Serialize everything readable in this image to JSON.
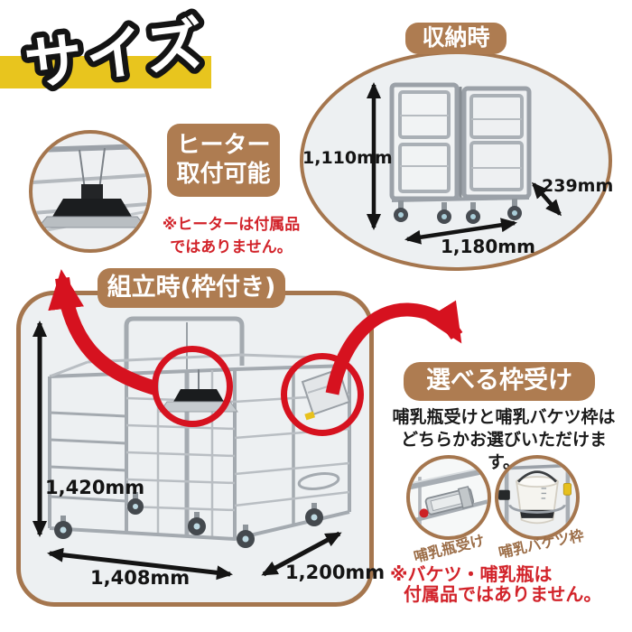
{
  "title": {
    "text": "サイズ"
  },
  "storage": {
    "label": "収納時",
    "dim_height": "1,110mm",
    "dim_depth": "239mm",
    "dim_width": "1,180mm"
  },
  "heater": {
    "label_line1": "ヒーター",
    "label_line2": "取付可能",
    "note_line1": "※ヒーターは付属品",
    "note_line2": "ではありません。"
  },
  "assembled": {
    "label": "組立時(枠付き)",
    "dim_height": "1,420mm",
    "dim_width": "1,408mm",
    "dim_depth": "1,200mm"
  },
  "holder": {
    "label": "選べる枠受け",
    "desc_line1": "哺乳瓶受けと哺乳バケツ枠は",
    "desc_line2": "どちらかお選びいただけます。",
    "option_bottle": "哺乳瓶受け",
    "option_bucket": "哺乳バケツ枠",
    "note_line1": "※バケツ・哺乳瓶は",
    "note_line2": "付属品ではありません。"
  },
  "images": {
    "storage": "folded-cart-photo",
    "heater_detail": "heater-lamp-photo",
    "assembled": "assembled-cart-photo",
    "bottle_holder": "bottle-holder-photo",
    "bucket_frame": "milk-bucket-frame-photo"
  },
  "colors": {
    "brown": "#ae7c51",
    "border_brown": "#a5764e",
    "yellow": "#e8c51e",
    "red_accent": "#d6121f",
    "red_note": "#d2232a",
    "panel_bg": "#edf0f2"
  }
}
